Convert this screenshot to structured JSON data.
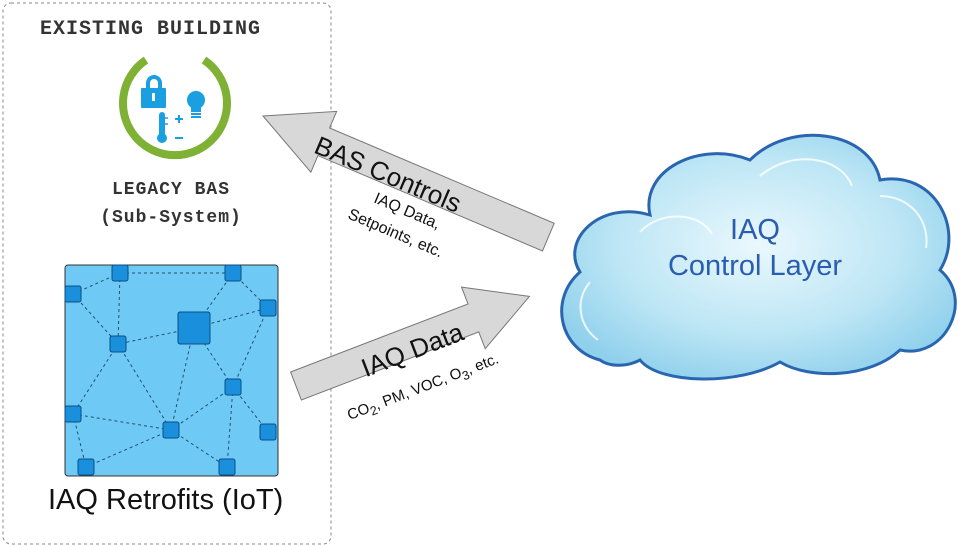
{
  "building": {
    "title": "EXISTING BUILDING",
    "legacy_line1": "LEGACY BAS",
    "legacy_line2": "(Sub-System)",
    "iot_label": "IAQ Retrofits (IoT)"
  },
  "arrows": {
    "top": {
      "label": "BAS Controls",
      "note_line1": "IAQ Data,",
      "note_line2": "Setpoints, etc."
    },
    "bottom": {
      "label": "IAQ Data",
      "note_prefix": "CO",
      "note_sub1": "2",
      "note_mid": ", PM, VOC, O",
      "note_sub2": "3",
      "note_suffix": ", etc."
    }
  },
  "cloud": {
    "line1": "IAQ",
    "line2": "Control Layer"
  },
  "icons": [
    "lock-icon",
    "lightbulb-icon",
    "thermometer-icon",
    "plus-minus-icon"
  ],
  "colors": {
    "accent_green": "#7fb135",
    "accent_blue": "#1a9fe0",
    "network_fill": "#6ec9f5",
    "node_fill": "#1a8fdc",
    "cloud_fill": "#9fd8ef",
    "cloud_stroke": "#2a66b0",
    "arrow_fill": "#d8d8d8",
    "cloud_text": "#2a5db0"
  }
}
